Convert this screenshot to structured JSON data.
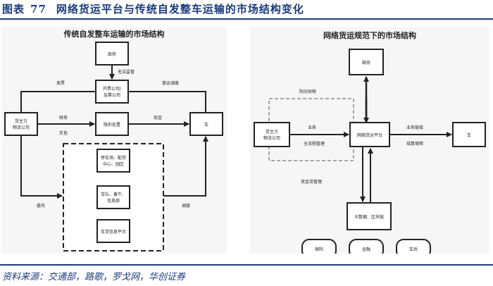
{
  "figure": {
    "label": "图表",
    "number": "77",
    "title": "网络货运平台与传统自发整车运输的市场结构变化"
  },
  "left_diagram": {
    "title": "传统自发整车运输的市场结构",
    "nodes": {
      "government": "政府",
      "broker_line1": "开票公司/",
      "broker_line2": "挂靠公司",
      "shipper_line1": "货主方",
      "shipper_line2": "物流公司",
      "hidden": "隐形处置",
      "vehicle": "车",
      "facility_line1": "停车场、配货",
      "facility_line2": "中心、园区",
      "fleet_line1": "车队、黄牛、",
      "fleet_line2": "信息部",
      "platform": "车货信息平台"
    },
    "edges": {
      "no_supervision": "无法监管",
      "invoice": "发票",
      "operation_schedule": "营运调度",
      "finance": "财务",
      "grey": "灰色",
      "cash": "现金",
      "entrust": "委托",
      "dispatch": "调度"
    }
  },
  "right_diagram": {
    "title": "网络货运规范下的市场结构",
    "nodes": {
      "government": "政府",
      "shipper_line1": "货主方",
      "shipper_line2": "物流公司",
      "platform": "网络货运平台",
      "vehicle": "车",
      "bigdata": "大数据、区块链",
      "insurance": "保险",
      "finance": "金融",
      "aftermarket": "车后"
    },
    "edges": {
      "sunshine_finance": "阳光财税",
      "business": "业务",
      "full_process": "全流程管理",
      "fund_flow": "资金流管理",
      "business_link": "业务链接",
      "performance_guarantee": "结算保障"
    }
  },
  "source": "资料来源：交通部，路歌，罗戈网，华创证券"
}
